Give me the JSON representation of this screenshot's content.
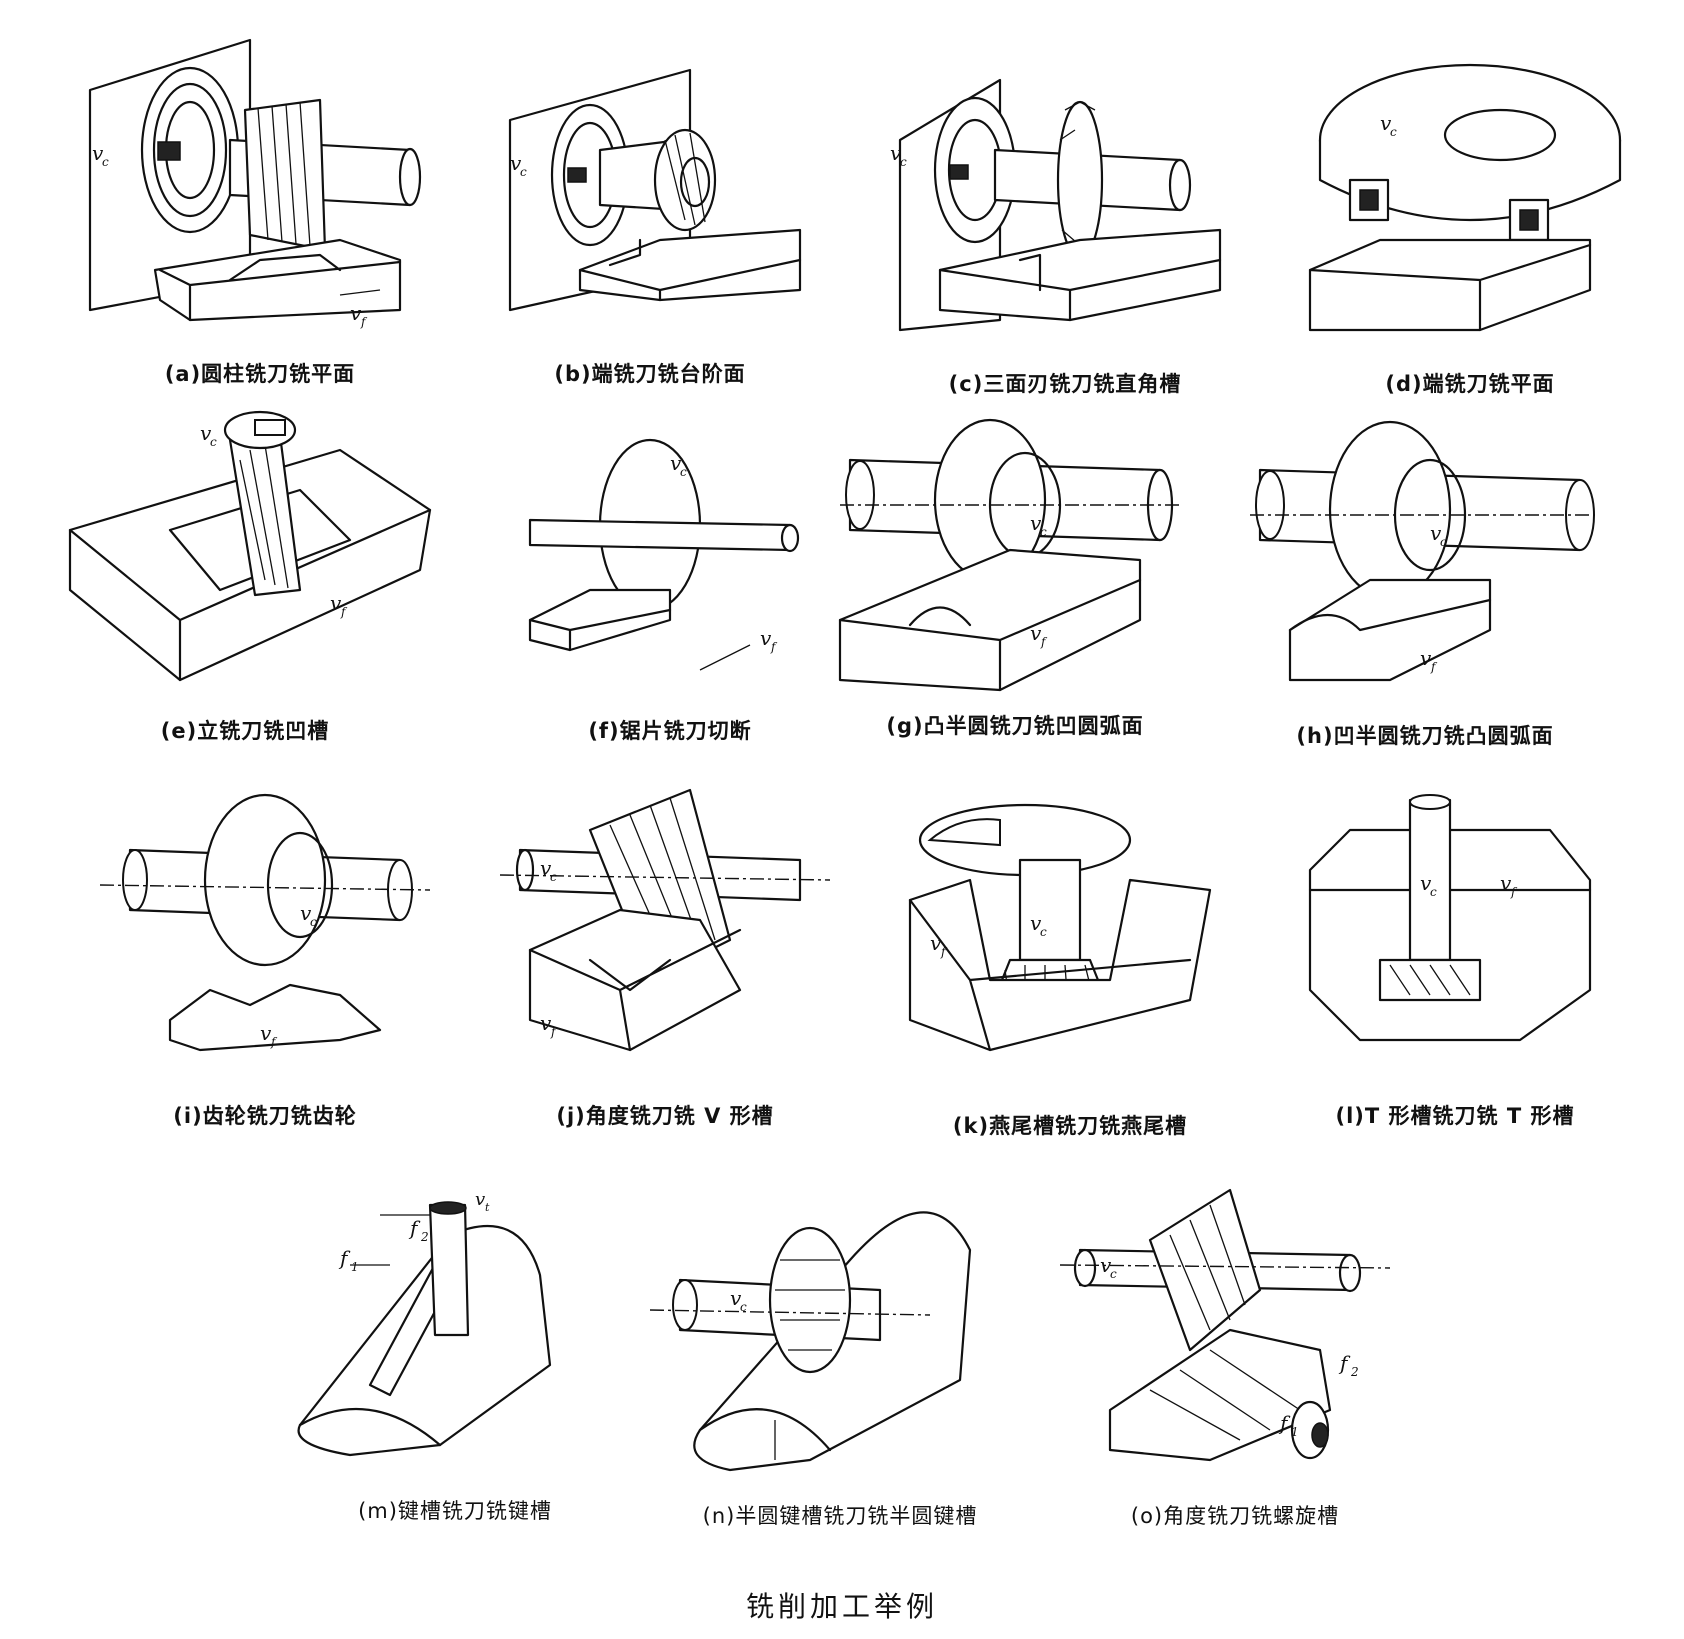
{
  "title": "铣削加工举例",
  "symbols": {
    "vc": "v",
    "vc_sub": "c",
    "vf": "v",
    "vf_sub": "f",
    "f1": "f",
    "f1_sub": "1",
    "f2": "f",
    "f2_sub": "2",
    "vt": "v",
    "vt_sub": "t"
  },
  "figures": [
    {
      "id": "a",
      "caption": "(a)圆柱铣刀铣平面"
    },
    {
      "id": "b",
      "caption": "(b)端铣刀铣台阶面"
    },
    {
      "id": "c",
      "caption": "(c)三面刃铣刀铣直角槽"
    },
    {
      "id": "d",
      "caption": "(d)端铣刀铣平面"
    },
    {
      "id": "e",
      "caption": "(e)立铣刀铣凹槽"
    },
    {
      "id": "f",
      "caption": "(f)锯片铣刀切断"
    },
    {
      "id": "g",
      "caption": "(g)凸半圆铣刀铣凹圆弧面"
    },
    {
      "id": "h",
      "caption": "(h)凹半圆铣刀铣凸圆弧面"
    },
    {
      "id": "i",
      "caption": "(i)齿轮铣刀铣齿轮"
    },
    {
      "id": "j",
      "caption": "(j)角度铣刀铣 V 形槽"
    },
    {
      "id": "k",
      "caption": "(k)燕尾槽铣刀铣燕尾槽"
    },
    {
      "id": "l",
      "caption": "(l)T 形槽铣刀铣 T 形槽"
    },
    {
      "id": "m",
      "caption": "(m)键槽铣刀铣键槽"
    },
    {
      "id": "n",
      "caption": "(n)半圆键槽铣刀铣半圆键槽"
    },
    {
      "id": "o",
      "caption": "(o)角度铣刀铣螺旋槽"
    }
  ]
}
